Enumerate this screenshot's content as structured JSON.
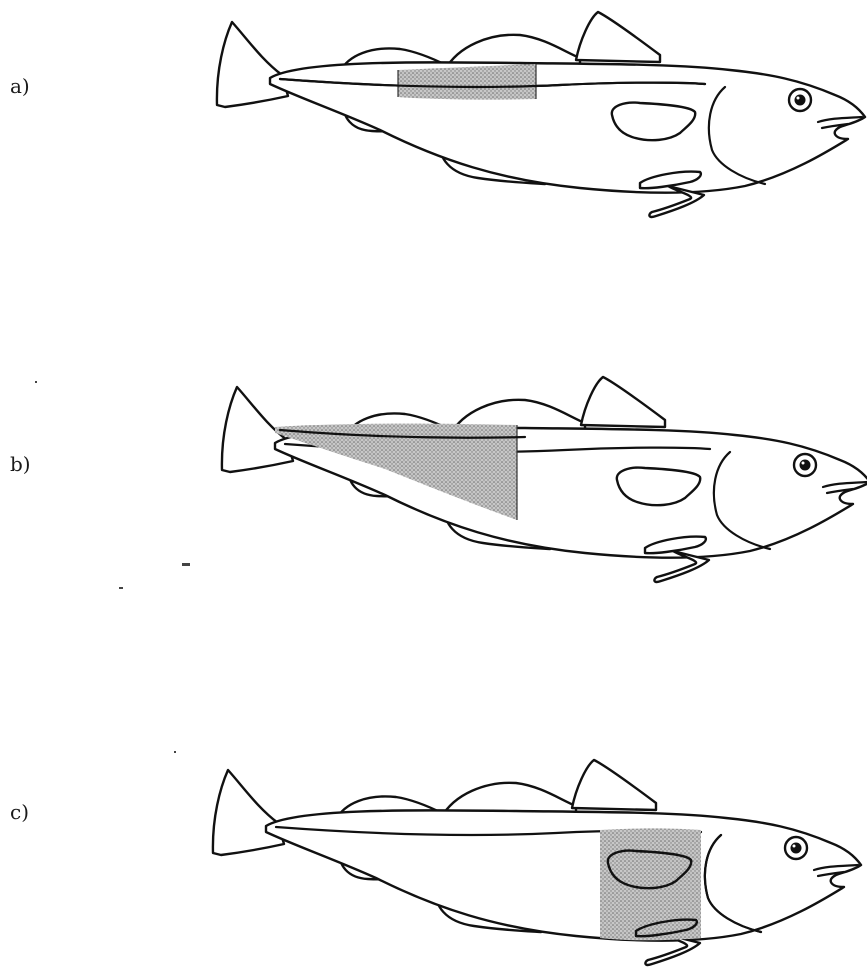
{
  "figure": {
    "panels": [
      {
        "label": "a)",
        "shaded_region": "dorsal-rectangle"
      },
      {
        "label": "b)",
        "shaded_region": "tail-wedge"
      },
      {
        "label": "c)",
        "shaded_region": "pectoral-area"
      }
    ],
    "colors": {
      "ink": "#111111",
      "stipple": "#9a9a9a",
      "background": "#ffffff"
    }
  }
}
